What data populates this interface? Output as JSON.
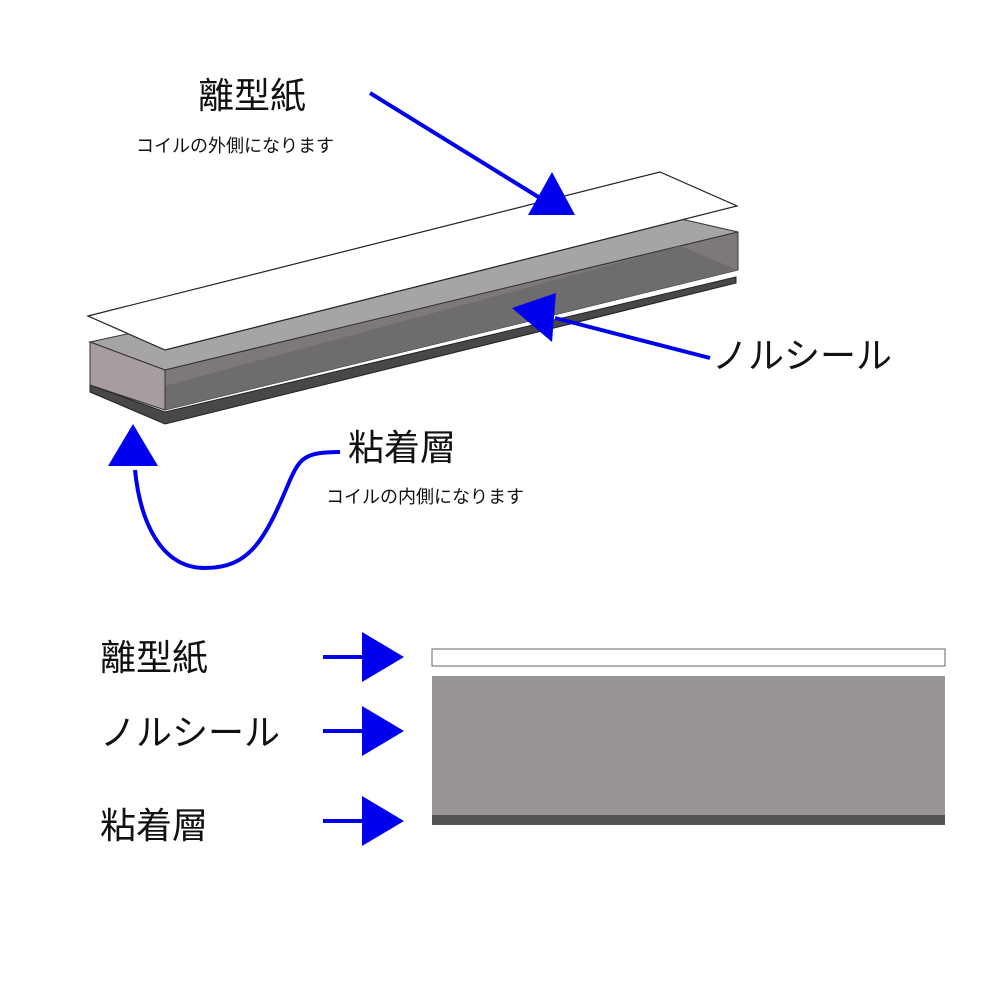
{
  "top": {
    "release_paper": {
      "label": "離型紙",
      "note": "コイルの外側になります"
    },
    "nol_seal": {
      "label": "ノルシール"
    },
    "adhesive": {
      "label": "粘着層",
      "note": "コイルの内側になります"
    }
  },
  "bottom": {
    "release_paper": {
      "label": "離型紙"
    },
    "nol_seal": {
      "label": "ノルシール"
    },
    "adhesive": {
      "label": "粘着層"
    }
  },
  "colors": {
    "arrow": "#0000ee",
    "release_paper": "#ffffff",
    "seal_front": "#8f898b",
    "seal_top": "#a7a4a5",
    "seal_end": "#a79c9e",
    "seal_side_dark": "#6f6c6e",
    "adhesive": "#4a4748",
    "cross_seal": "#999596",
    "cross_adhesive": "#545253",
    "outline": "#222222"
  }
}
